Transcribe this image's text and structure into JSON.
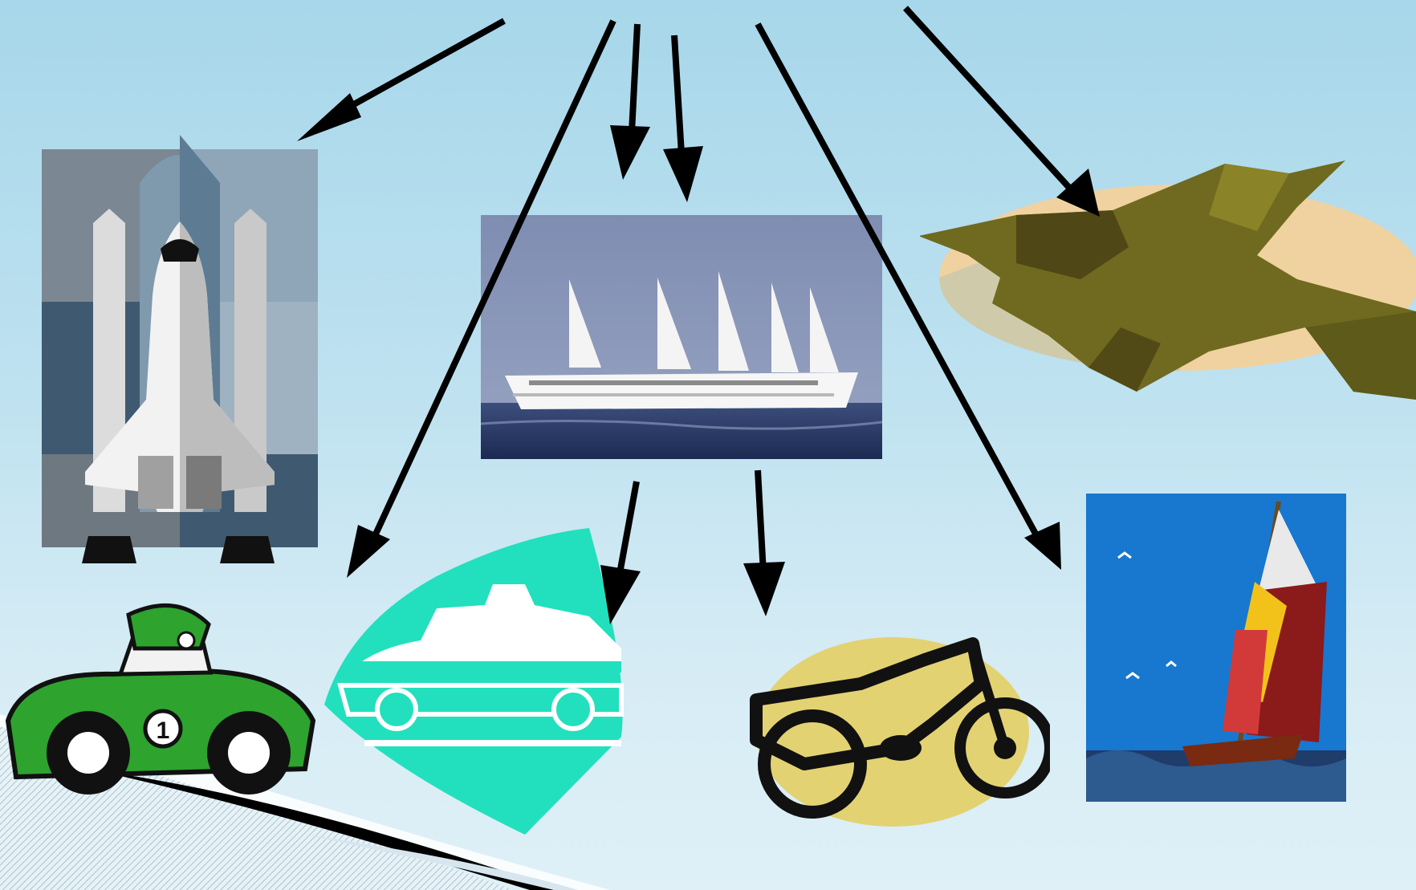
{
  "slide": {
    "background_top": "#a7d7ea",
    "background_bottom": "#dff0f7",
    "arrow_color": "#000000"
  },
  "hub": {
    "image": "sailing-cruise-ship-photo"
  },
  "items": [
    {
      "image": "space-shuttle-clipart"
    },
    {
      "image": "fighter-jet-clipart"
    },
    {
      "image": "race-car-clipart",
      "car_number": "1"
    },
    {
      "image": "taxi-clipart"
    },
    {
      "image": "motorcycle-clipart"
    },
    {
      "image": "sailboat-clipart"
    }
  ]
}
